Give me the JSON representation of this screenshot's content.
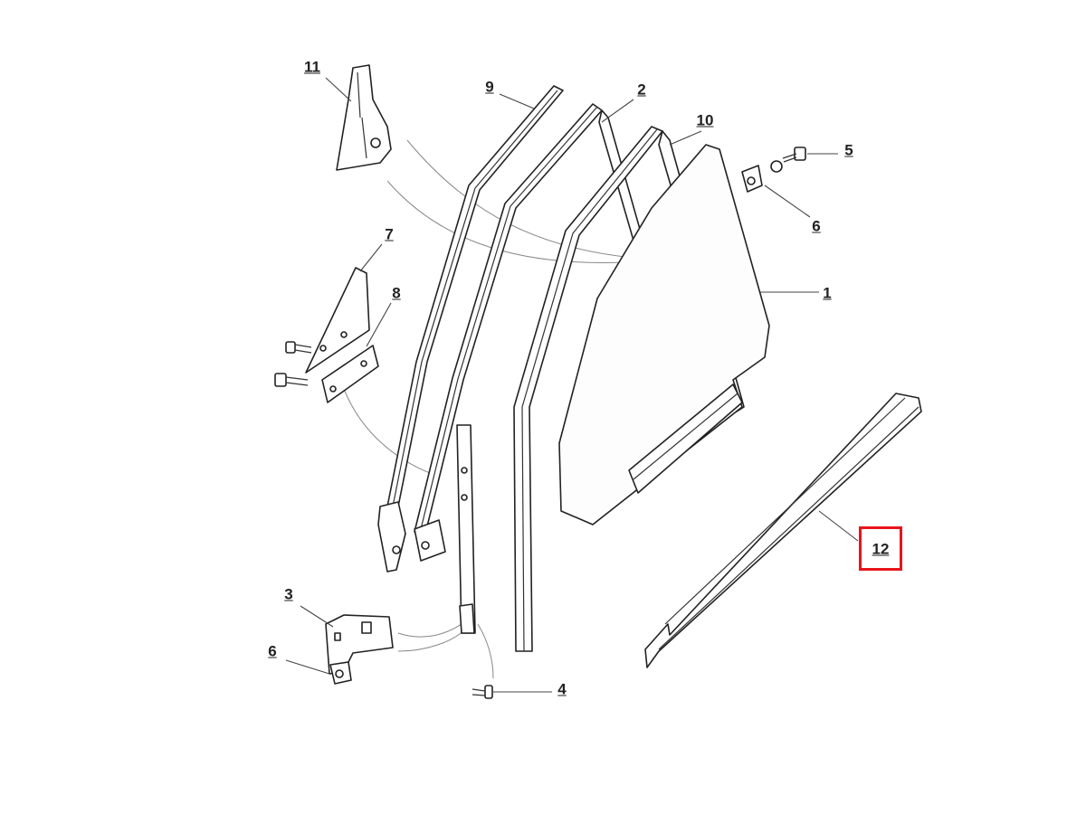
{
  "diagram": {
    "callouts": [
      {
        "id": "11",
        "label": "11"
      },
      {
        "id": "9",
        "label": "9"
      },
      {
        "id": "2",
        "label": "2"
      },
      {
        "id": "10",
        "label": "10"
      },
      {
        "id": "5",
        "label": "5"
      },
      {
        "id": "6a",
        "label": "6"
      },
      {
        "id": "7",
        "label": "7"
      },
      {
        "id": "8",
        "label": "8"
      },
      {
        "id": "1",
        "label": "1"
      },
      {
        "id": "12",
        "label": "12"
      },
      {
        "id": "3",
        "label": "3"
      },
      {
        "id": "6b",
        "label": "6"
      },
      {
        "id": "4",
        "label": "4"
      }
    ],
    "highlighted_callout": "12",
    "highlight_color": "#e8141b"
  }
}
